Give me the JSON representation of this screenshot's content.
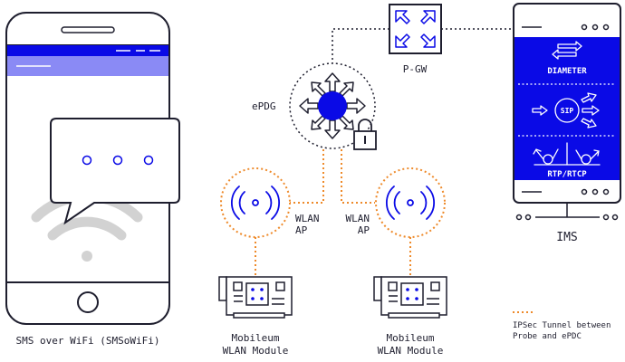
{
  "labels": {
    "phone": "SMS over WiFi (SMSoWiFi)",
    "epdg": "ePDG",
    "pgw": "P-GW",
    "ims": "IMS",
    "wlan_ap_left_1": "WLAN",
    "wlan_ap_left_2": "AP",
    "wlan_ap_right_1": "WLAN",
    "wlan_ap_right_2": "AP",
    "module_left_1": "Mobileum",
    "module_left_2": "WLAN Module",
    "module_right_1": "Mobileum",
    "module_right_2": "WLAN Module",
    "legend_1": "IPSec Tunnel between",
    "legend_2": "Probe and ePDC"
  },
  "ims_panel": {
    "diameter": "DIAMETER",
    "sip": "SIP",
    "rtp": "RTP/RTCP"
  },
  "colors": {
    "blue": "#0a0ae6",
    "purple": "#8a8af5",
    "orange": "#ee8a2a",
    "dark": "#1e1e2e",
    "gray": "#d2d2d2"
  }
}
